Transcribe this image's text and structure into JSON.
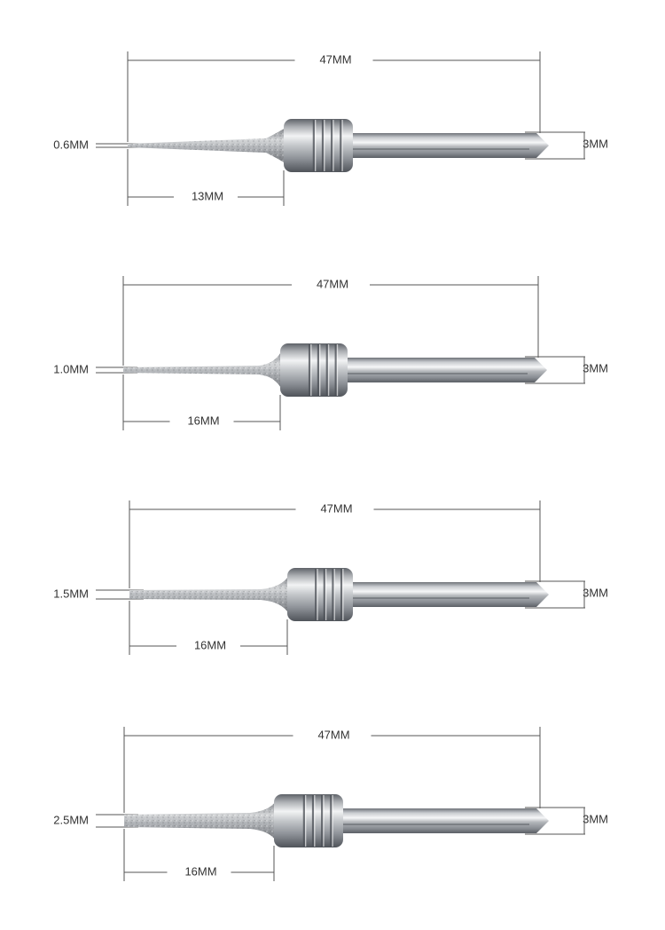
{
  "colors": {
    "line": "#555555",
    "text": "#333333",
    "metal_dark": "#6e7278",
    "metal_mid": "#b9bcc0",
    "metal_light": "#f4f5f6",
    "diamond": "#a8aaad"
  },
  "tools": [
    {
      "total_length": "47MM",
      "tip_diameter": "0.6MM",
      "working_length": "13MM",
      "shank_diameter": "3MM"
    },
    {
      "total_length": "47MM",
      "tip_diameter": "1.0MM",
      "working_length": "16MM",
      "shank_diameter": "3MM"
    },
    {
      "total_length": "47MM",
      "tip_diameter": "1.5MM",
      "working_length": "16MM",
      "shank_diameter": "3MM"
    },
    {
      "total_length": "47MM",
      "tip_diameter": "2.5MM",
      "working_length": "16MM",
      "shank_diameter": "3MM"
    }
  ]
}
